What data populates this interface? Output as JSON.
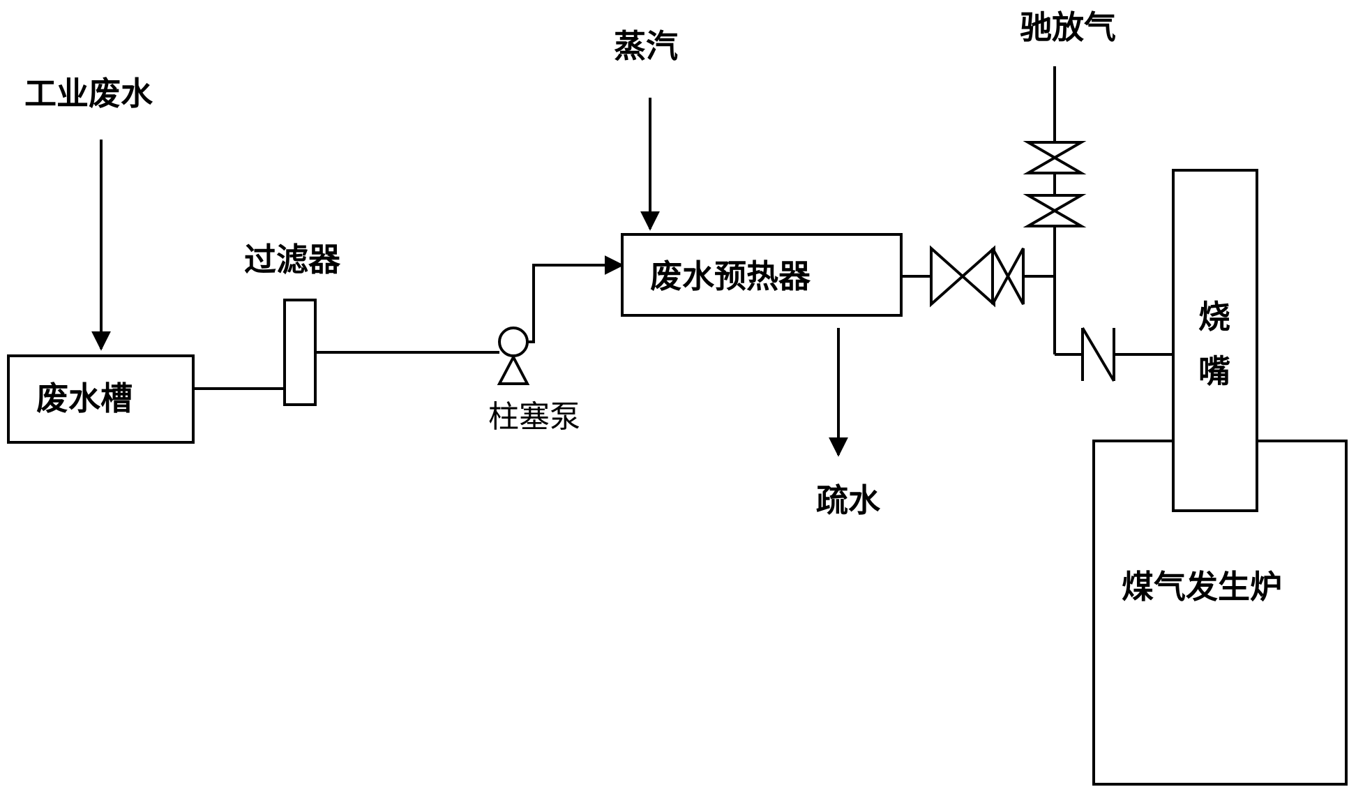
{
  "labels": {
    "industrial_wastewater": "工业废水",
    "wastewater_tank": "废水槽",
    "filter": "过滤器",
    "plunger_pump": "柱塞泵",
    "steam": "蒸汽",
    "preheater": "废水预热器",
    "drain_water": "疏水",
    "vent_gas": "驰放气",
    "burner_char1": "烧",
    "burner_char2": "嘴",
    "gasifier": "煤气发生炉"
  }
}
